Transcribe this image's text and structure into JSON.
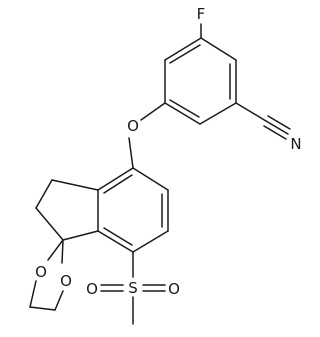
{
  "molecule": {
    "atom_labels": {
      "fluorine": "F",
      "ether_oxygen": "O",
      "nitrile_nitrogen": "N",
      "dioxolane_oxygen_left": "O",
      "dioxolane_oxygen_right": "O",
      "sulfonyl_sulfur": "S",
      "sulfonyl_oxygen_left": "O",
      "sulfonyl_oxygen_right": "O"
    }
  }
}
